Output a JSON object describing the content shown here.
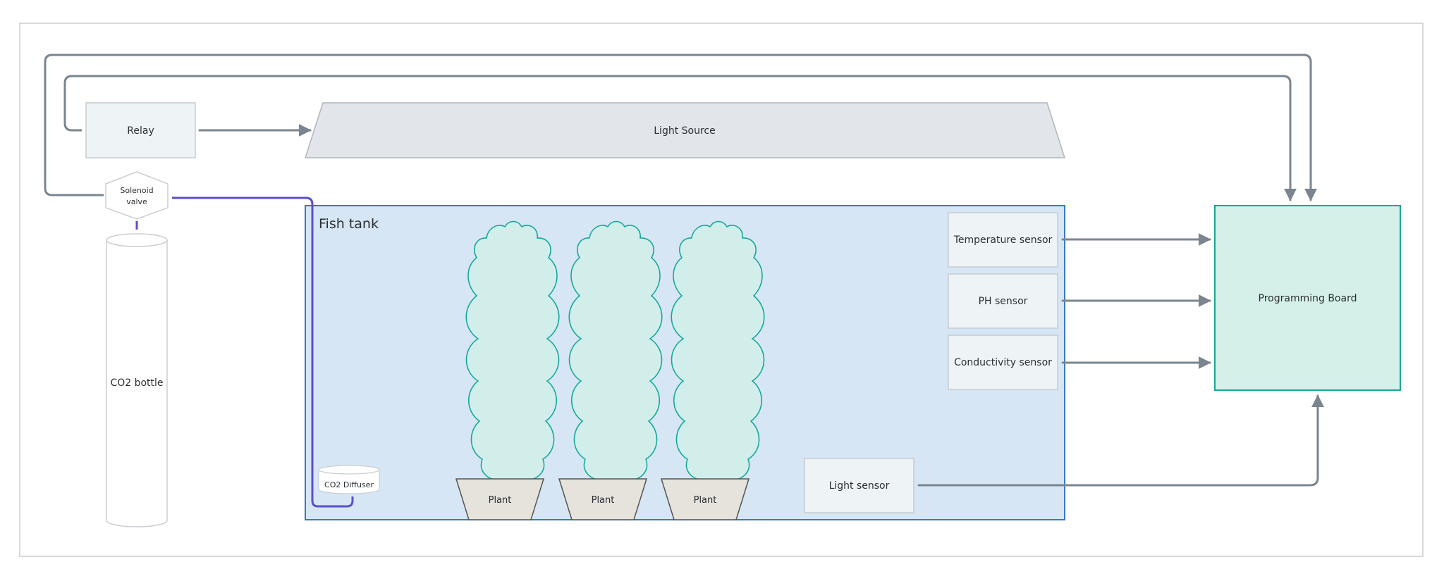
{
  "labels": {
    "relay": "Relay",
    "light_source": "Light Source",
    "solenoid_line1": "Solenoid",
    "solenoid_line2": "valve",
    "co2_bottle": "CO2 bottle",
    "fish_tank": "Fish tank",
    "temperature_sensor": "Temperature sensor",
    "ph_sensor": "PH sensor",
    "conductivity_sensor": "Conductivity sensor",
    "programming_board": "Programming Board",
    "light_sensor": "Light sensor",
    "co2_diffuser": "CO2 Diffuser",
    "plant_1": "Plant",
    "plant_2": "Plant",
    "plant_3": "Plant"
  },
  "colors": {
    "connector": "#7a858f",
    "co2_line": "#5a4fcf",
    "tank_fill": "#d6e6f4",
    "tank_border": "#3a78c2",
    "box_fill": "#eef4f5",
    "box_border": "#c4ccd2",
    "board_fill": "#d5efe9",
    "board_border": "#1aa891",
    "foliage_fill": "#d2eeeb",
    "foliage_border": "#15a898",
    "pot_fill": "#e6e2dc",
    "pot_border": "#555555",
    "light_source_fill": "#e2e6ea"
  }
}
